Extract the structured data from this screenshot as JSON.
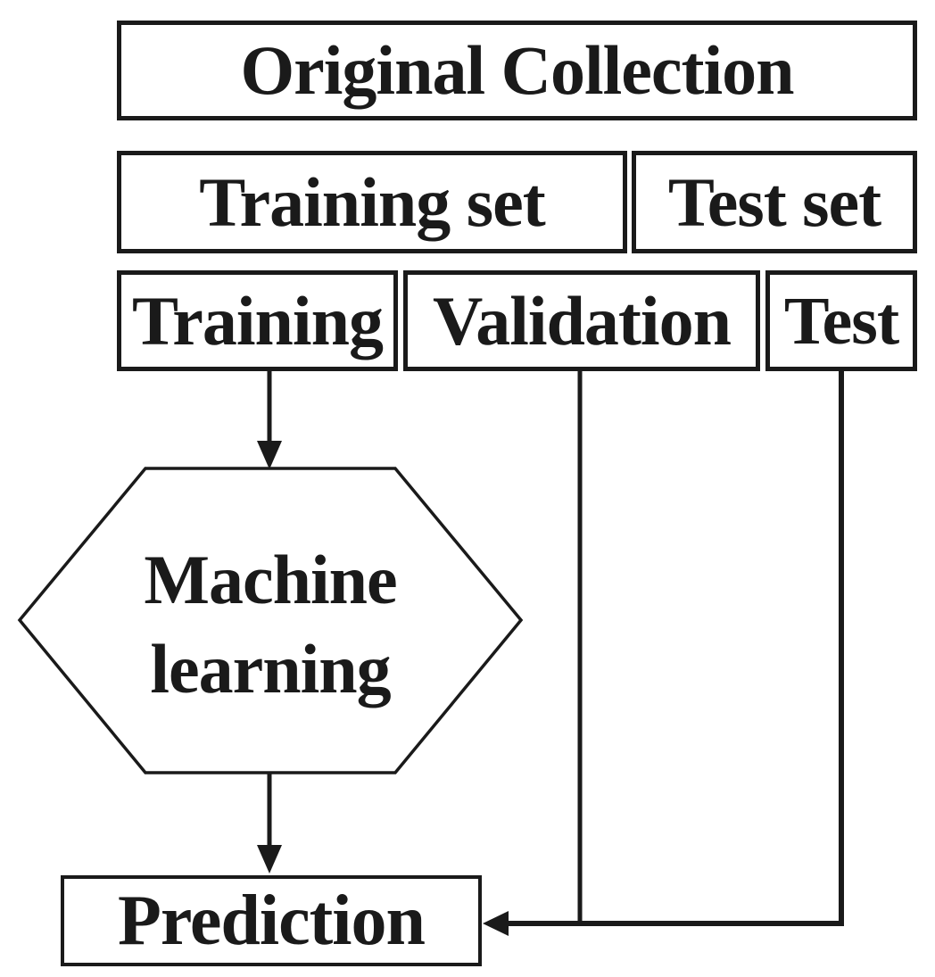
{
  "colors": {
    "ink": "#1a1a1a",
    "paper": "#ffffff"
  },
  "nodes": {
    "original_collection": {
      "label": "Original Collection"
    },
    "training_set": {
      "label": "Training set"
    },
    "test_set": {
      "label": "Test set"
    },
    "training": {
      "label": "Training"
    },
    "validation": {
      "label": "Validation"
    },
    "test": {
      "label": "Test"
    },
    "machine_learning": {
      "line1": "Machine",
      "line2": "learning"
    },
    "prediction": {
      "label": "Prediction"
    }
  },
  "edges": [
    {
      "from": "training",
      "to": "machine_learning",
      "type": "arrow-down"
    },
    {
      "from": "machine_learning",
      "to": "prediction",
      "type": "arrow-down"
    },
    {
      "from": "validation",
      "to": "prediction",
      "type": "line-joining-horizontal-arrow"
    },
    {
      "from": "test",
      "to": "prediction",
      "type": "line-joining-horizontal-arrow"
    }
  ]
}
